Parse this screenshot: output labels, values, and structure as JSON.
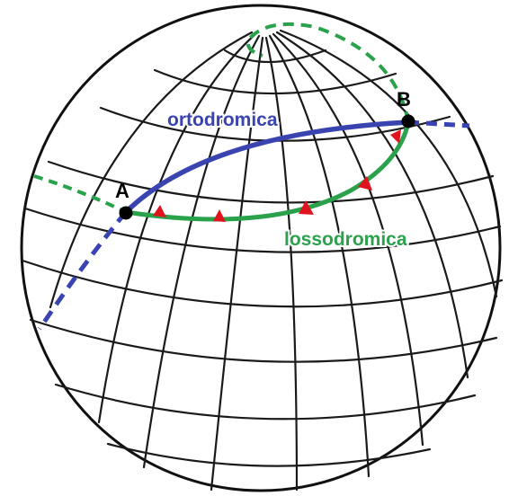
{
  "labels": {
    "point_a": "A",
    "point_b": "B",
    "orthodrome": "ortodromica",
    "loxodrome": "lossodromica"
  },
  "colors": {
    "orthodrome": "#3a44b0",
    "loxodrome": "#2aa14b",
    "angle_marker": "#e0141e",
    "grid": "#1a1a1a",
    "point": "#000000"
  }
}
